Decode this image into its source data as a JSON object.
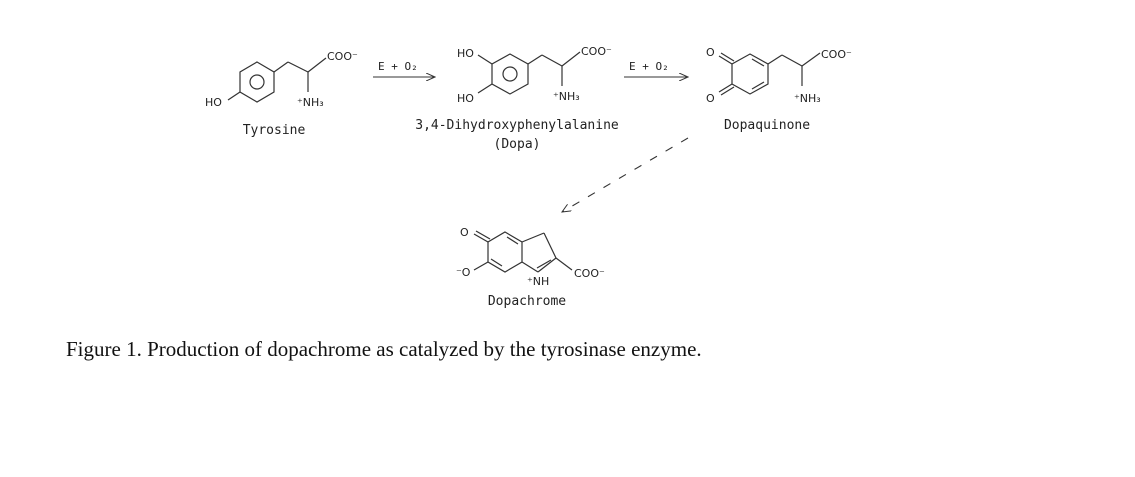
{
  "diagram": {
    "molecules": {
      "tyrosine": {
        "name": "Tyrosine",
        "groups": {
          "ho": "HO",
          "coo": "COO⁻",
          "nh3": "⁺NH₃"
        }
      },
      "dopa": {
        "name_line1": "3,4-Dihydroxyphenylalanine",
        "name_line2": "(Dopa)",
        "groups": {
          "ho_top": "HO",
          "ho_bottom": "HO",
          "coo": "COO⁻",
          "nh3": "⁺NH₃"
        }
      },
      "dopaquinone": {
        "name": "Dopaquinone",
        "groups": {
          "o_top": "O",
          "o_bottom": "O",
          "coo": "COO⁻",
          "nh3": "⁺NH₃"
        }
      },
      "dopachrome": {
        "name": "Dopachrome",
        "groups": {
          "o_top": "O",
          "o_minus": "⁻O",
          "nh": "⁺NH",
          "coo": "COO⁻"
        }
      }
    },
    "arrows": {
      "arrow1_label": "E + O₂",
      "arrow2_label": "E + O₂"
    }
  },
  "caption": "Figure 1. Production of dopachrome as catalyzed by the tyrosinase enzyme.",
  "colors": {
    "ink": "#222222",
    "background": "#ffffff"
  }
}
